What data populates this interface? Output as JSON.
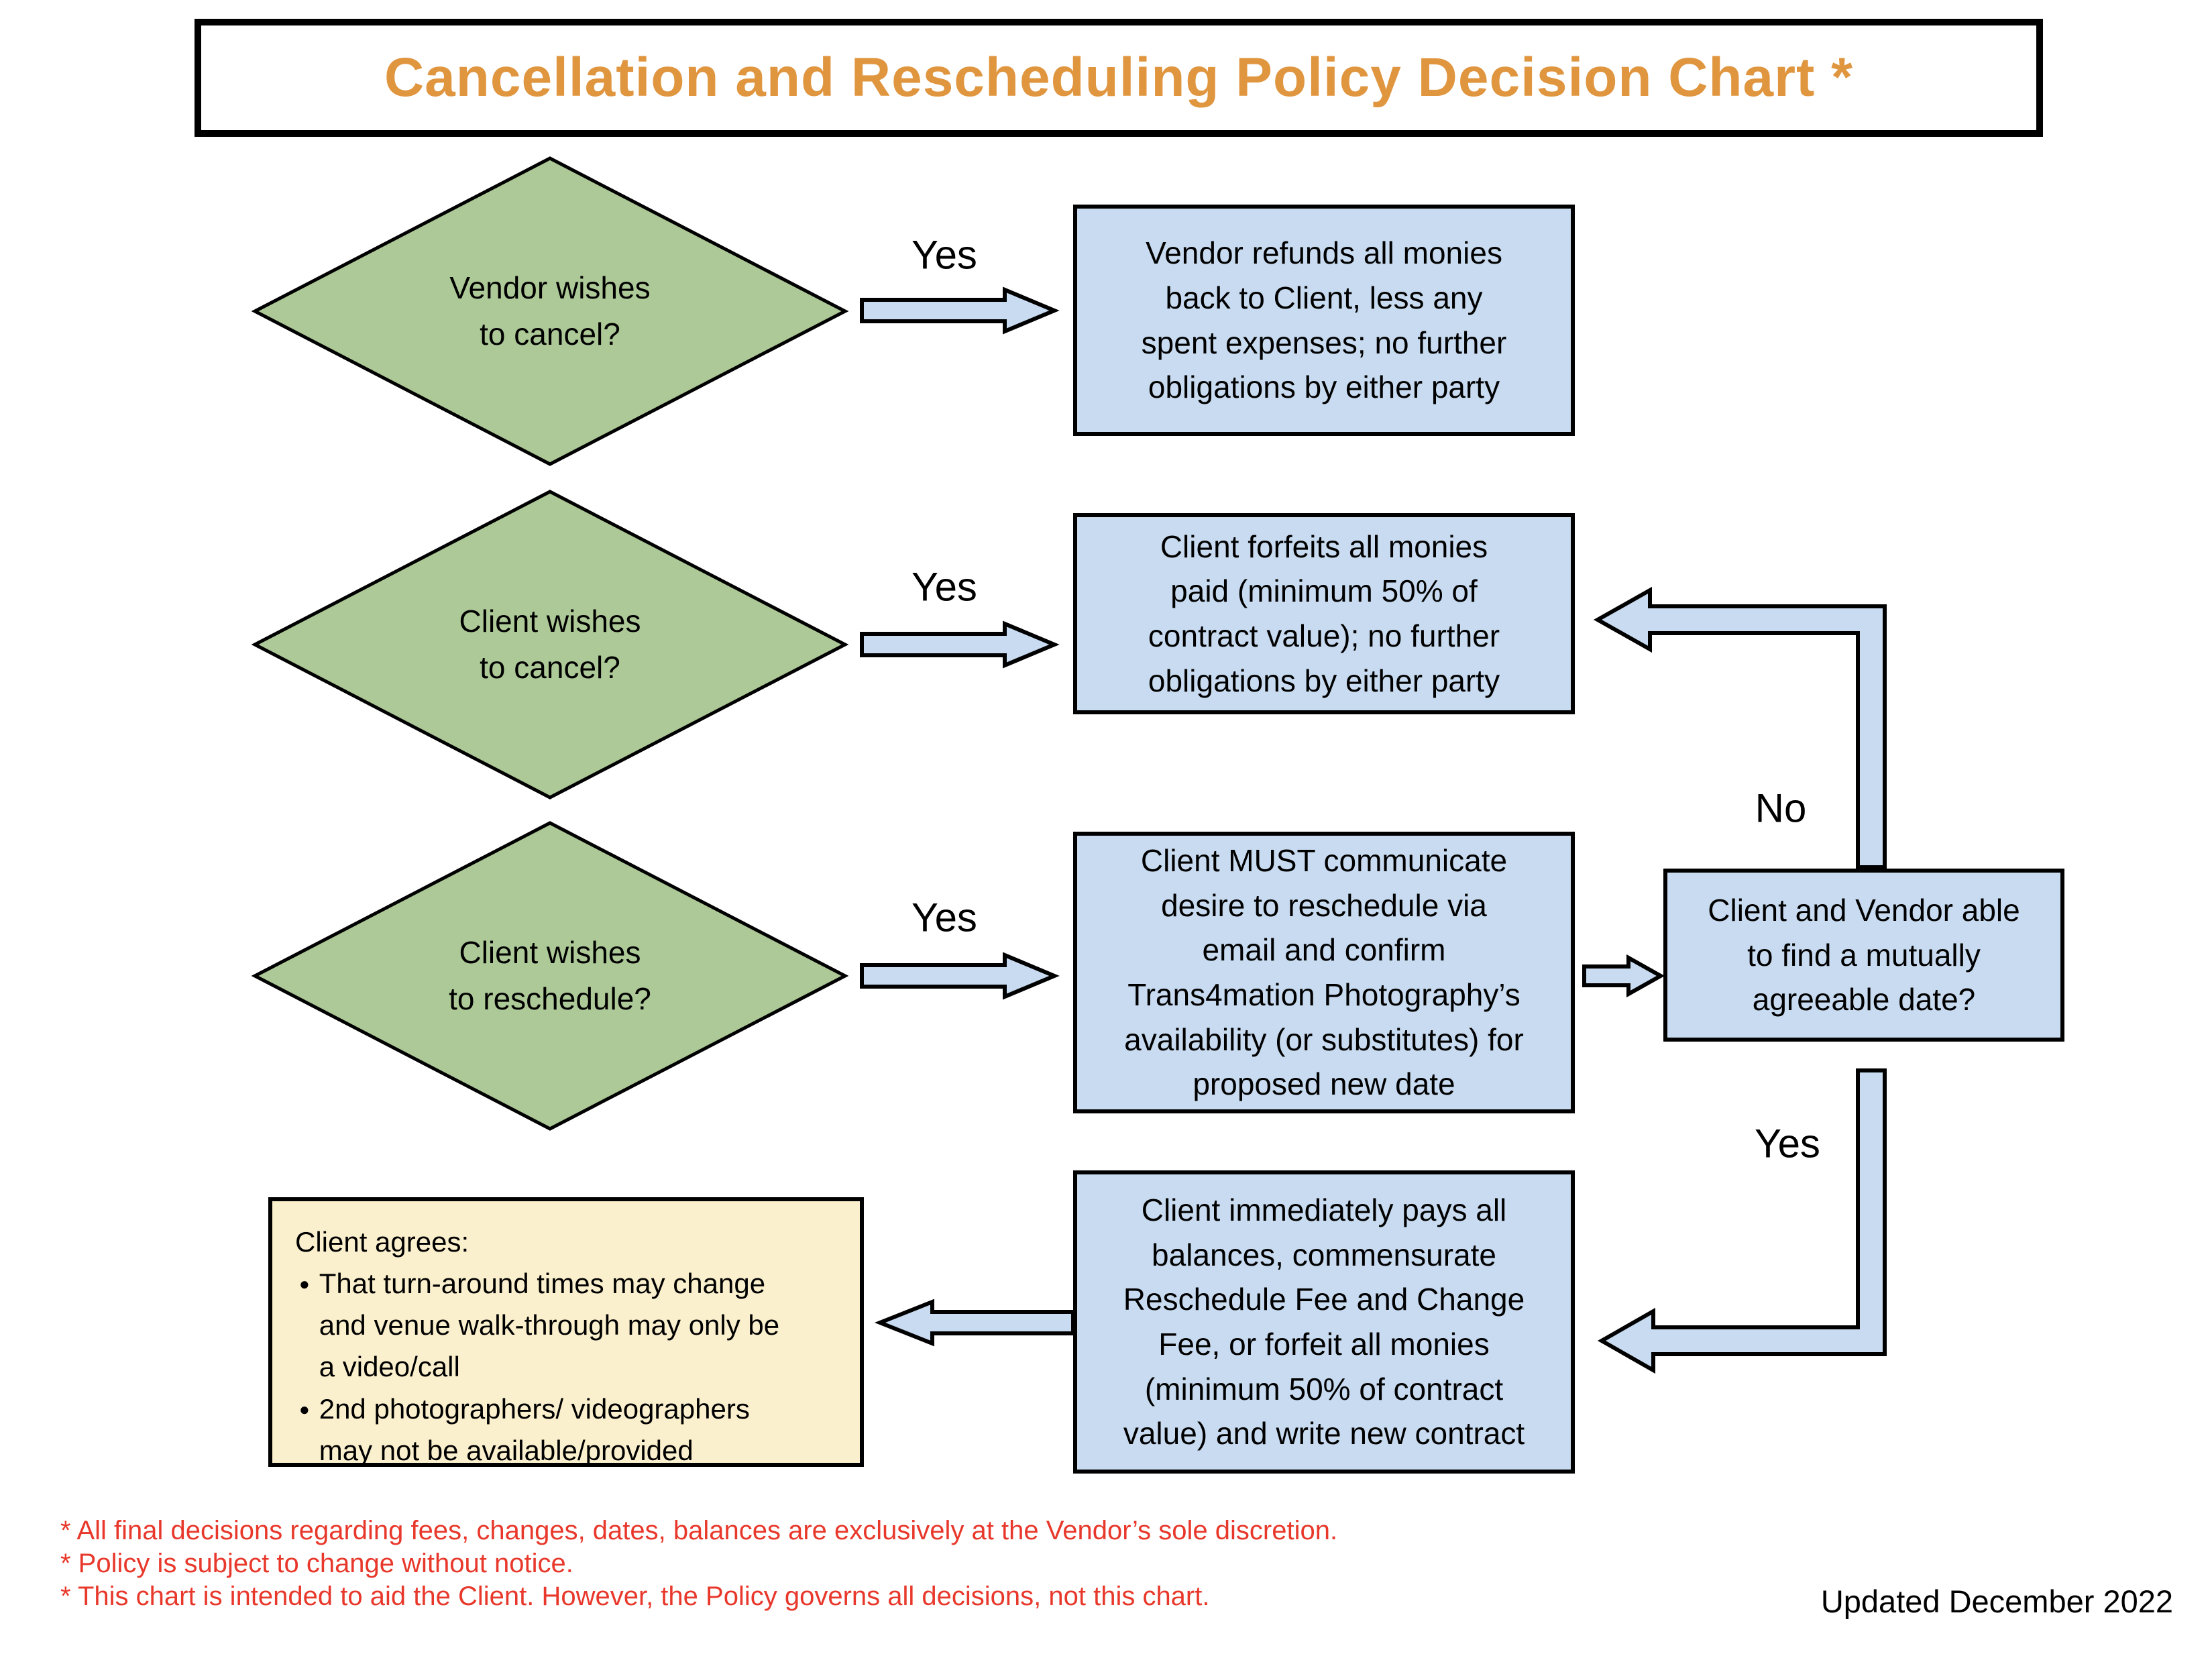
{
  "title": "Cancellation and Rescheduling Policy Decision Chart *",
  "colors": {
    "title_orange": "#E0953F",
    "diamond_green": "#ADC997",
    "box_blue": "#C8DBF0",
    "note_yellow": "#FBF0CD",
    "footnote_red": "#E8382B",
    "outline_black": "#000000"
  },
  "flow": {
    "diamonds": [
      {
        "label": "Vendor wishes\nto cancel?"
      },
      {
        "label": "Client wishes\nto cancel?"
      },
      {
        "label": "Client wishes\nto reschedule?"
      }
    ],
    "edge_labels": {
      "yes_vendor_cancel": "Yes",
      "yes_client_cancel": "Yes",
      "yes_client_reschedule": "Yes",
      "no_agreeable_date": "No",
      "yes_agreeable_date": "Yes"
    },
    "outcomes": {
      "vendor_refund": "Vendor refunds all monies\nback to Client, less any\nspent expenses; no further\nobligations by either party",
      "client_forfeit": "Client forfeits all monies\npaid (minimum 50% of\ncontract value); no further\nobligations by either party",
      "must_communicate": "Client MUST communicate\ndesire to reschedule via\nemail and confirm\nTrans4mation Photography’s\navailability (or substitutes) for\nproposed new date",
      "agreeable_date_question": "Client and Vendor able\nto find a mutually\nagreeable date?",
      "client_pays": "Client immediately pays all\nbalances, commensurate\nReschedule Fee and Change\nFee, or forfeit all monies\n(minimum 50% of contract\nvalue) and write new contract"
    },
    "client_agrees": {
      "heading": "Client agrees:",
      "bullet_glyph": "●",
      "bullets": [
        "That turn-around times may change\nand venue walk-through may only be\na video/call",
        "2nd photographers/ videographers\nmay not be available/provided"
      ]
    }
  },
  "footnotes": [
    "* All final decisions regarding fees, changes, dates, balances are exclusively at the Vendor’s sole discretion.",
    "* Policy is subject to change without notice.",
    "* This chart is intended to aid the Client. However, the Policy governs all decisions, not this chart."
  ],
  "updated_label": "Updated December 2022"
}
